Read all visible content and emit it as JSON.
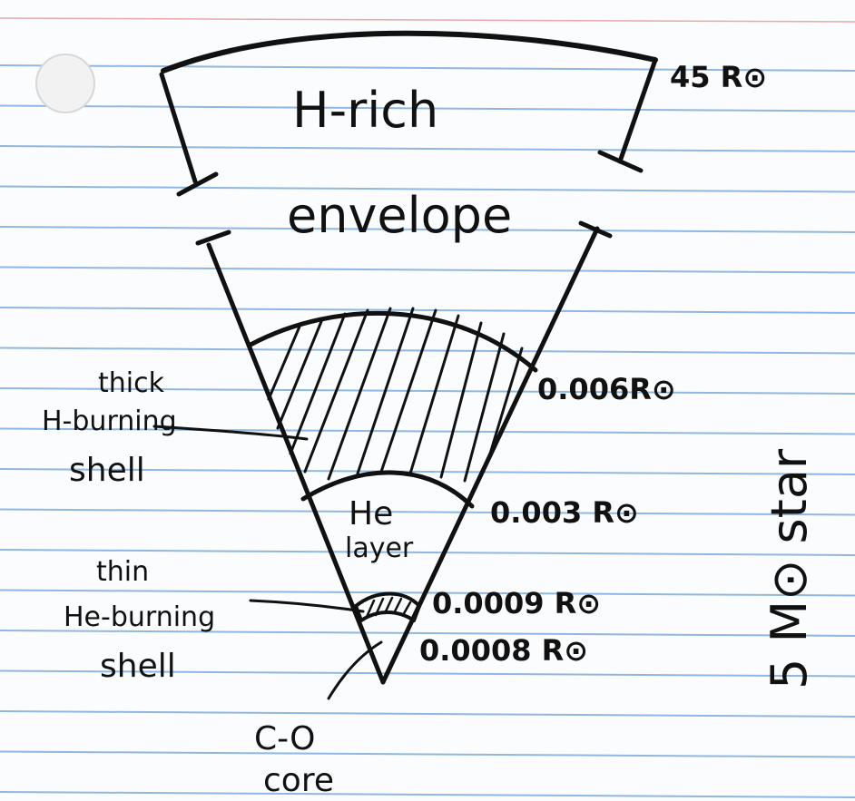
{
  "diagram": {
    "layers": {
      "envelope_line1": "H-rich",
      "envelope_line2": "envelope",
      "he_layer_line1": "He",
      "he_layer_line2": "layer"
    },
    "callouts": {
      "h_shell": [
        "thick",
        "H-burning",
        "shell"
      ],
      "he_shell": [
        "thin",
        "He-burning",
        "shell"
      ],
      "core": [
        "C-O",
        "core"
      ]
    },
    "radii": {
      "outer": "45 R⊙",
      "h_shell_top": "0.006R⊙",
      "he_layer_top": "0.003 R⊙",
      "he_shell_top": "0.0009 R⊙",
      "core_top": "0.0008 R⊙"
    },
    "mass_label": "5 M⊙ star",
    "colors": {
      "ink": "#111111",
      "paper": "#fbfcfd",
      "rule_blue": "#8fb8e0",
      "margin_red": "#e9a9ad"
    }
  }
}
